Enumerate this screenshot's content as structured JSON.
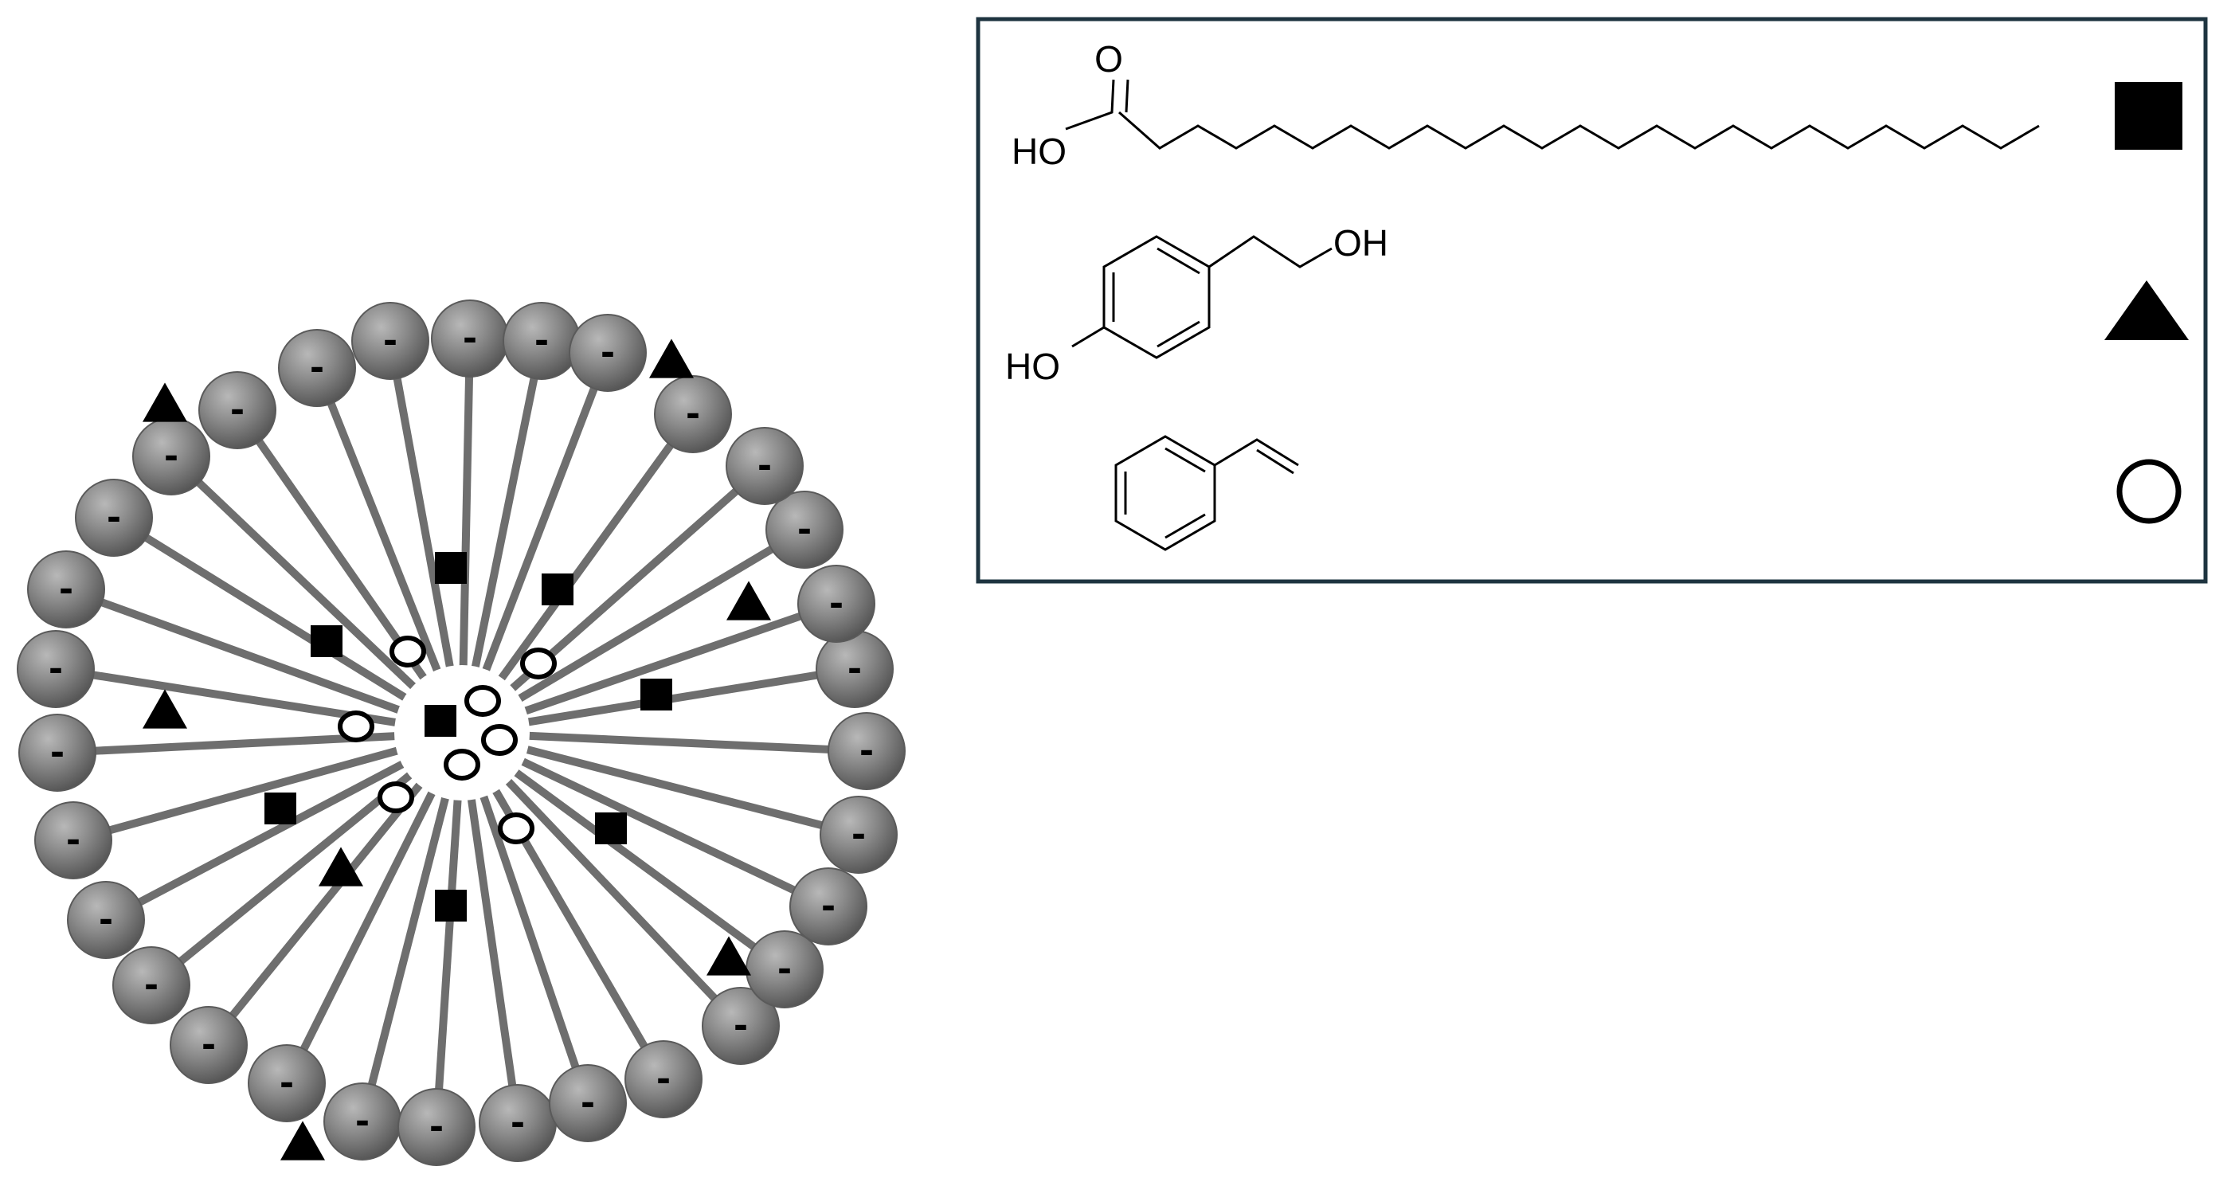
{
  "diagram": {
    "micelle": {
      "head_charge_label": "-",
      "head_count": 31,
      "colors": {
        "head": "#7a7a7a",
        "tail": "#6e6e6e",
        "core": "#ffffff",
        "marker": "#000000"
      }
    },
    "legend": {
      "border_color": "#1e3440",
      "entries": [
        {
          "compound_labels": [
            "O",
            "HO"
          ],
          "symbol": "filled-square"
        },
        {
          "compound_labels": [
            "OH",
            "HO"
          ],
          "symbol": "filled-triangle"
        },
        {
          "compound_labels": [],
          "symbol": "open-circle"
        }
      ]
    }
  }
}
